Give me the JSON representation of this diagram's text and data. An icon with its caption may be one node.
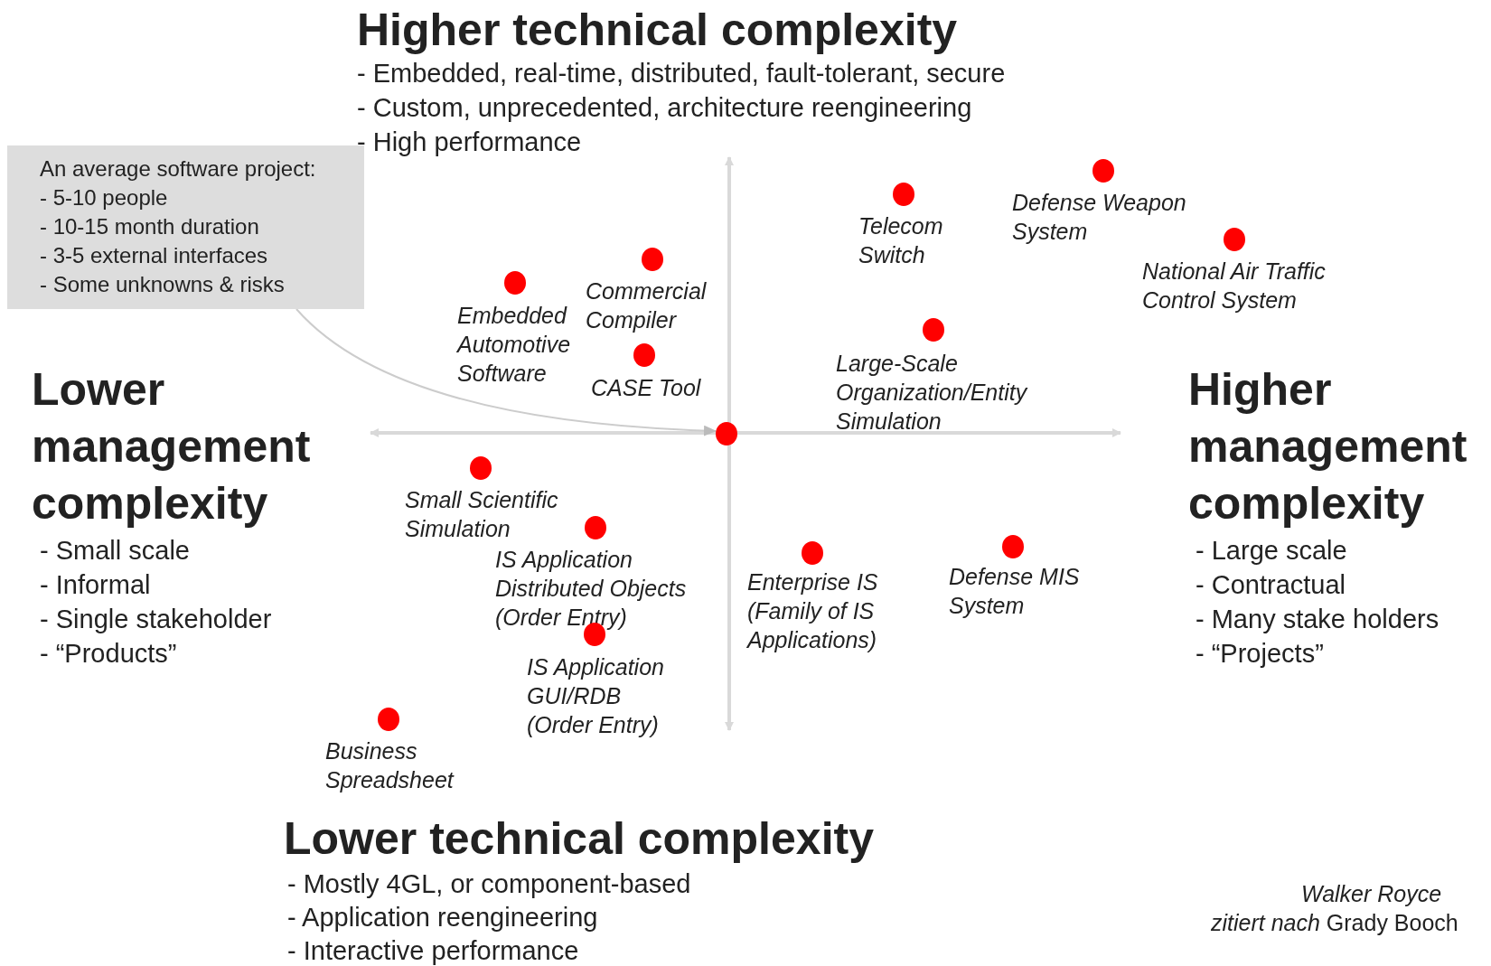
{
  "diagram": {
    "nodes": [
      {
        "text": [
          "An average software project:",
          "- 5-10 people",
          "- 10-15 month duration",
          "- 3-5 external interfaces",
          "- Some unknowns & risks"
        ]
      },
      {
        "text": [],
        "shape": "circle"
      },
      {
        "text": [],
        "shape": "circle",
        "beside": [
          "Defense Weapon System"
        ]
      },
      {
        "text": [],
        "shape": "circle",
        "beside": [
          "Telecom Switch"
        ]
      },
      {
        "text": [],
        "shape": "circle",
        "beside": [
          "National Air Traffic Control System"
        ]
      },
      {
        "text": [],
        "shape": "circle",
        "beside": [
          "Commercial Compiler"
        ]
      },
      {
        "text": [],
        "shape": "circle",
        "beside": [
          "Embedded Automotive Software"
        ]
      },
      {
        "text": [],
        "shape": "circle",
        "beside": [
          "Large-Scale Organization/Entity Simulation"
        ]
      },
      {
        "text": [],
        "shape": "circle",
        "beside": [
          "CASE Tool"
        ]
      },
      {
        "text": [],
        "shape": "circle",
        "beside": [
          "Small Scientific Simulation"
        ]
      },
      {
        "text": [],
        "shape": "circle",
        "beside": [
          "IS Application Distributed Objects (Order Entry)"
        ]
      },
      {
        "text": [],
        "shape": "circle",
        "beside": [
          "Defense MIS System"
        ]
      },
      {
        "text": [],
        "shape": "circle",
        "beside": [
          "Enterprise IS (Family of IS Applications)"
        ]
      },
      {
        "text": [],
        "shape": "circle",
        "beside": [
          "IS Application GUI/RDB (Order Entry)"
        ]
      },
      {
        "text": [],
        "shape": "circle",
        "beside": [
          "Business Spreadsheet"
        ]
      }
    ],
    "edges": [
      {
        "from": 0,
        "to": 1,
        "arrow": "to"
      }
    ],
    "labels": [
      "Higher technical complexity",
      "- Embedded, real-time, distributed, fault-tolerant, secure",
      "- Custom, unprecedented, architecture reengineering",
      "- High performance",
      "Lower management complexity",
      "- Small scale",
      "- Informal",
      "- Single stakeholder",
      "- “Products”",
      "Higher management complexity",
      "- Large scale",
      "- Contractual",
      "- Many stake holders",
      "- “Projects”",
      "Lower technical complexity",
      "-  Mostly 4GL, or component-based",
      "-  Application reengineering",
      "-  Interactive performance",
      "Walker Royce",
      "*zitiert nach* Grady Booch"
    ]
  }
}
